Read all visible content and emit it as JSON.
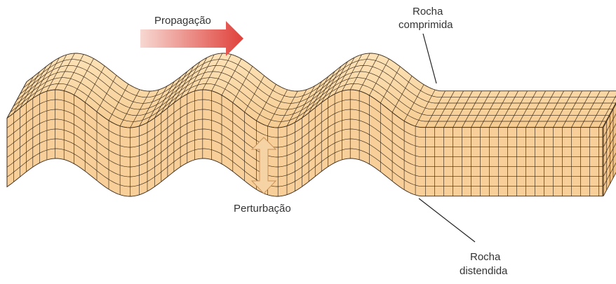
{
  "labels": {
    "propagation": "Propagação",
    "compressed_line1": "Rocha",
    "compressed_line2": "comprimida",
    "disturbance": "Perturbação",
    "stretched_line1": "Rocha",
    "stretched_line2": "distendida"
  },
  "colors": {
    "rock_top": "#fbd9a4",
    "rock_front": "#f8cf98",
    "rock_side": "#f3c285",
    "grid_line": "#3a2a1a",
    "arrow_red": "#e0403a",
    "arrow_fade": "#f7d8d2",
    "disturbance_arrow": "#f6d3a4",
    "label_text": "#333333"
  },
  "icons": {
    "propagation": "right-arrow-icon",
    "disturbance": "double-vertical-arrow-icon"
  }
}
